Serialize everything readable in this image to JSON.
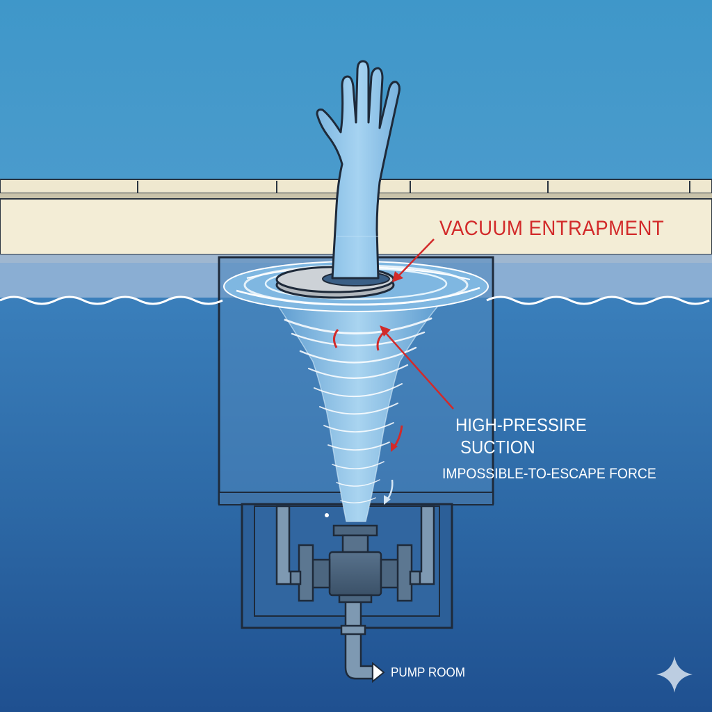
{
  "labels": {
    "vacuum": "VACUUM ENTRAPMENT",
    "high_pressure_line1": "HIGH-PRESSIRE",
    "high_pressure_line2": "SUCTION",
    "force": "IMPOSSIBLE-TO-ESCAPE FORCE",
    "pump_room": "PUMP ROOM"
  },
  "colors": {
    "sky_top": "#3f95c8",
    "water_deep": "#1f5593",
    "deck": "#f2ecd4",
    "vortex": "#8fc3e8",
    "arm": "#8fc6ea",
    "warning_red": "#d22a2a",
    "outline": "#1e2a3a"
  },
  "icons": {
    "corner": "sparkle-icon",
    "arrows": "arrow-icon"
  }
}
